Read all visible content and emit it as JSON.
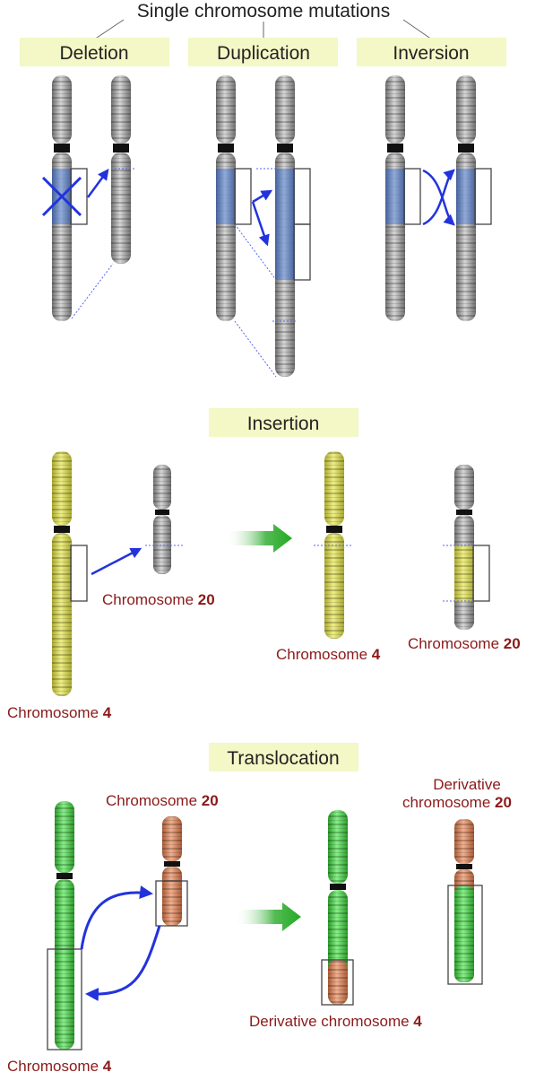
{
  "title": "Single chromosome mutations",
  "headers": {
    "deletion": "Deletion",
    "duplication": "Duplication",
    "inversion": "Inversion",
    "insertion": "Insertion",
    "translocation": "Translocation"
  },
  "labels": {
    "word": "Chromosome",
    "derivative_word": "Derivative",
    "derivative_lower": "chromosome",
    "derivative_full": "Derivative chromosome",
    "num4": "4",
    "num20": "20"
  },
  "colors": {
    "header_bg": "#f3f8c6",
    "label_text": "#8b1a1a",
    "arrow_blue": "#2233dd",
    "highlight_blue": "#5577bb",
    "chrom_gray": "#a9a9a9",
    "chrom_yellow": "#d9d94a",
    "chrom_green": "#44c444",
    "chrom_orange": "#d4805a",
    "big_arrow_green": "#33aa33"
  }
}
